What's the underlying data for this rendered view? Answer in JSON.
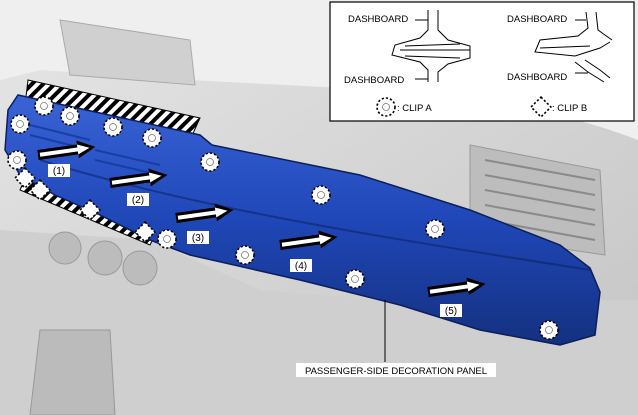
{
  "legend": {
    "dashboard_label_a_top": "DASHBOARD",
    "dashboard_label_a_bottom": "DASHBOARD",
    "dashboard_label_b_top": "DASHBOARD",
    "dashboard_label_b_bottom": "DASHBOARD",
    "clip_a_label": ": CLIP A",
    "clip_b_label": ": CLIP B"
  },
  "steps": [
    {
      "label": "(1)"
    },
    {
      "label": "(2)"
    },
    {
      "label": "(3)"
    },
    {
      "label": "(4)"
    },
    {
      "label": "(5)"
    }
  ],
  "callout": {
    "panel_label": "PASSENGER-SIDE DECORATION PANEL"
  },
  "colors": {
    "panel": "#1f47b8",
    "panel_dark": "#14307f",
    "background_gray": "#d7d7d7",
    "hatch": "#000000"
  }
}
